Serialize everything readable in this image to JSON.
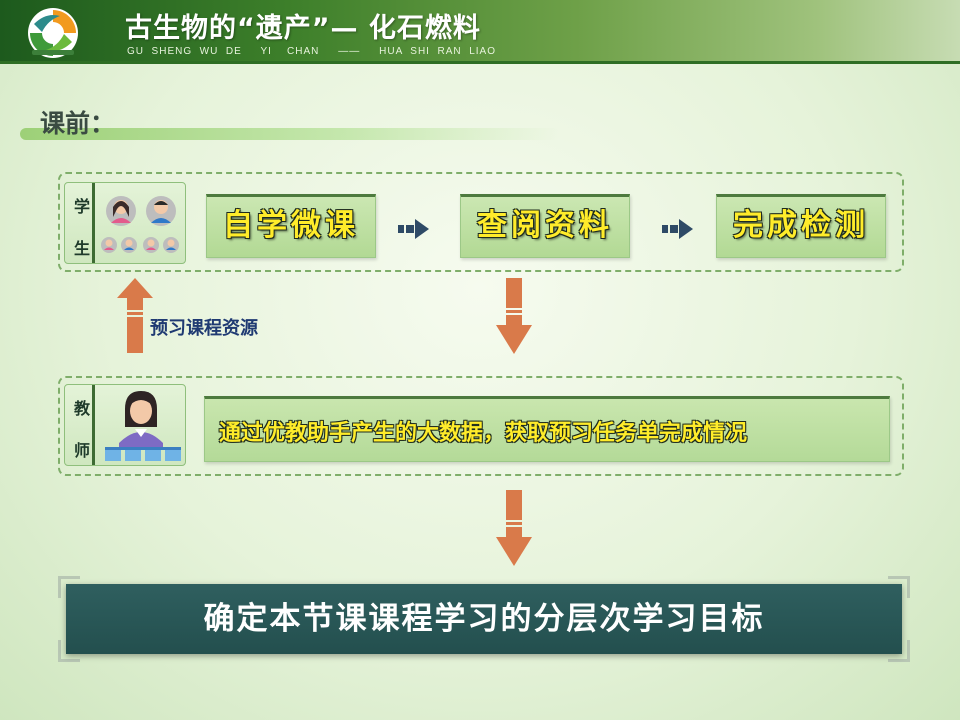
{
  "header": {
    "title": "古生物的“遗产”— 化石燃料",
    "pinyin": "GU  SHENG  WU  DE     YI    CHAN     ——     HUA  SHI  RAN  LIAO"
  },
  "section": {
    "label": "课前："
  },
  "student": {
    "tag_top": "学",
    "tag_bottom": "生",
    "steps": [
      "自学微课",
      "查阅资料",
      "完成检测"
    ]
  },
  "preview_label": "预习课程资源",
  "teacher": {
    "tag_top": "教",
    "tag_bottom": "师",
    "text": "通过优教助手产生的大数据，获取预习任务单完成情况"
  },
  "goal": {
    "text": "确定本节课课程学习的分层次学习目标"
  },
  "colors": {
    "header_dark": "#1d5a1d",
    "step_text": "#ffec2a",
    "goal_bg": "#2f5f5f",
    "arrow": "#d97a4a",
    "preview_label": "#1f3a72"
  }
}
